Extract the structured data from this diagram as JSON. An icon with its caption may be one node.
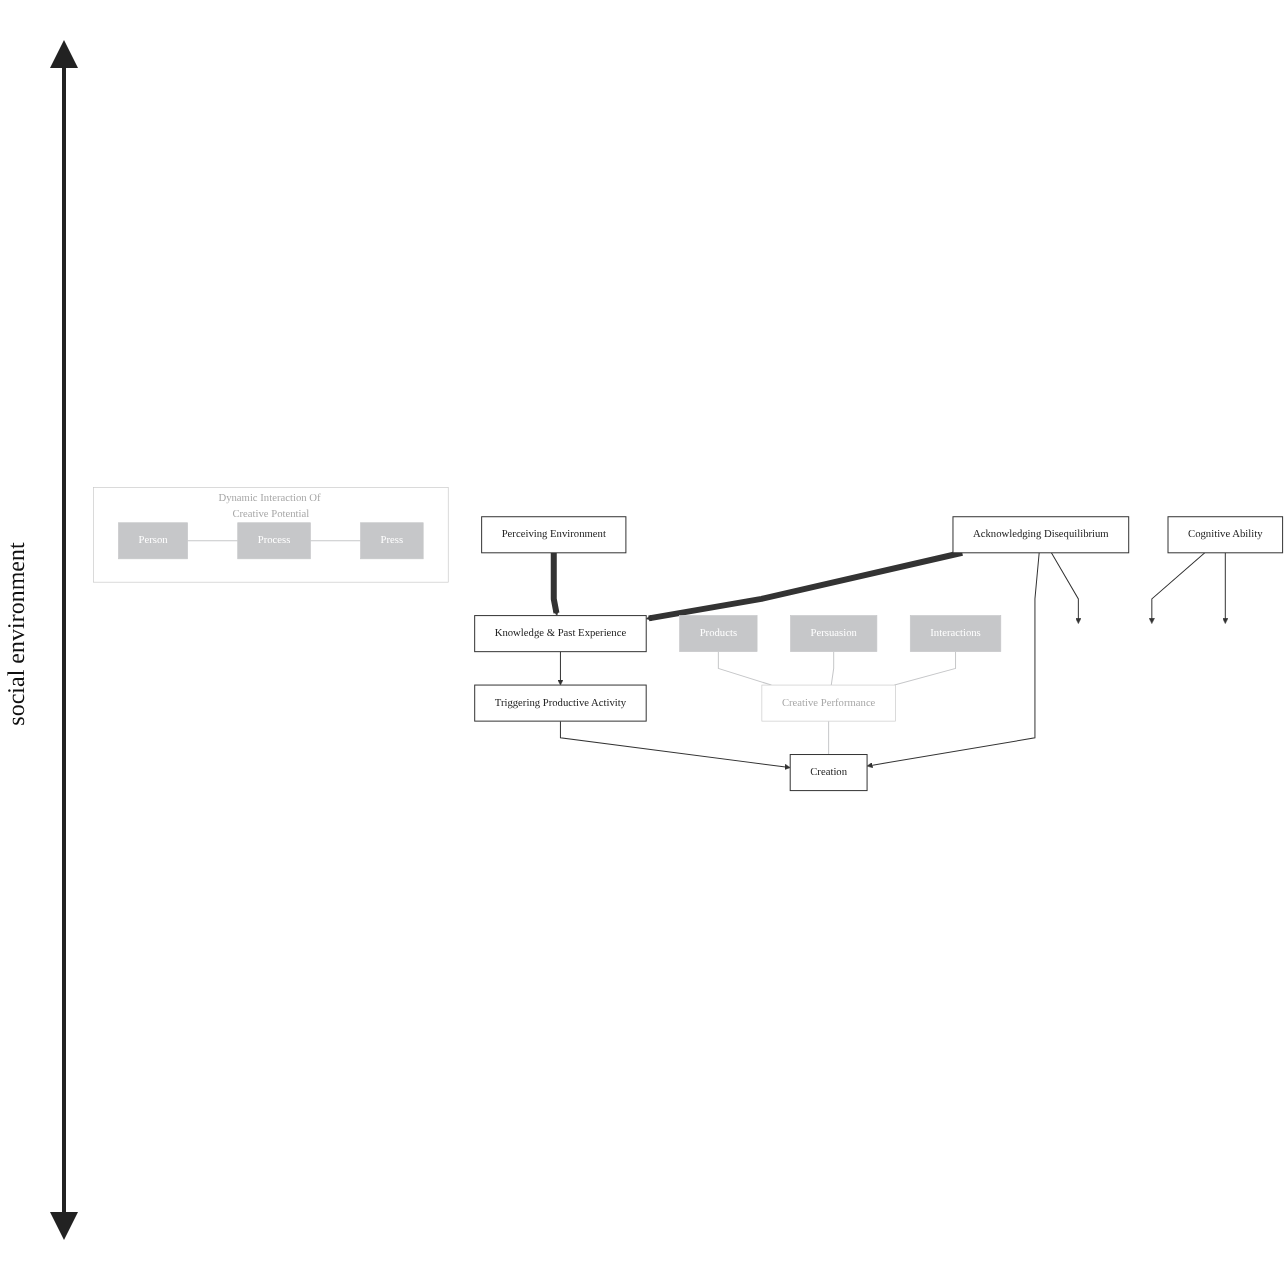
{
  "diagram": {
    "nodes": [
      {
        "text": [
          "Dynamic Interaction Of Creative Potential"
        ]
      },
      {
        "text": [
          "Person"
        ],
        "in": 0
      },
      {
        "text": [
          "Process"
        ],
        "in": 0
      },
      {
        "text": [
          "Press"
        ],
        "in": 0
      },
      {
        "text": [
          "Perceiving Environment"
        ]
      },
      {
        "text": [
          "Cognitive Ability"
        ]
      },
      {
        "text": [
          "Acknowledging Disequilibrium"
        ]
      },
      {
        "text": [
          "Knowledge & Past Experience"
        ]
      },
      {
        "text": [
          "Products"
        ]
      },
      {
        "text": [
          "Persuasion"
        ]
      },
      {
        "text": [
          "Interactions"
        ]
      },
      {
        "text": [
          "Creative Performance"
        ]
      },
      {
        "text": [
          "Creation"
        ]
      },
      {
        "text": [
          "Triggering Productive Activity"
        ]
      }
    ],
    "edges": [
      {
        "from": 1,
        "to": 2,
        "arrow": "none",
        "color": "#c6c7c9"
      },
      {
        "from": 2,
        "to": 3,
        "arrow": "none",
        "color": "#c6c7c9"
      },
      {
        "from": 5,
        "to": null,
        "arrow": "to"
      },
      {
        "from": 5,
        "to": null,
        "arrow": "to"
      },
      {
        "from": 4,
        "to": 7,
        "arrow": "to",
        "style": "thick"
      },
      {
        "from": 6,
        "to": 7,
        "arrow": "to",
        "style": "thick"
      },
      {
        "from": 6,
        "to": 12,
        "arrow": "to"
      },
      {
        "from": 6,
        "to": null,
        "arrow": "to"
      },
      {
        "from": 7,
        "to": 13,
        "arrow": "to"
      },
      {
        "from": 13,
        "to": 12,
        "arrow": "to"
      },
      {
        "from": 8,
        "to": 11,
        "arrow": "none",
        "color": "#c6c7c9"
      },
      {
        "from": 9,
        "to": 11,
        "arrow": "none",
        "color": "#c6c7c9"
      },
      {
        "from": 10,
        "to": 11,
        "arrow": "none",
        "color": "#c6c7c9"
      },
      {
        "from": 11,
        "to": 12,
        "arrow": "none",
        "color": "#c6c7c9"
      }
    ],
    "labels": [
      "social environment"
    ]
  }
}
